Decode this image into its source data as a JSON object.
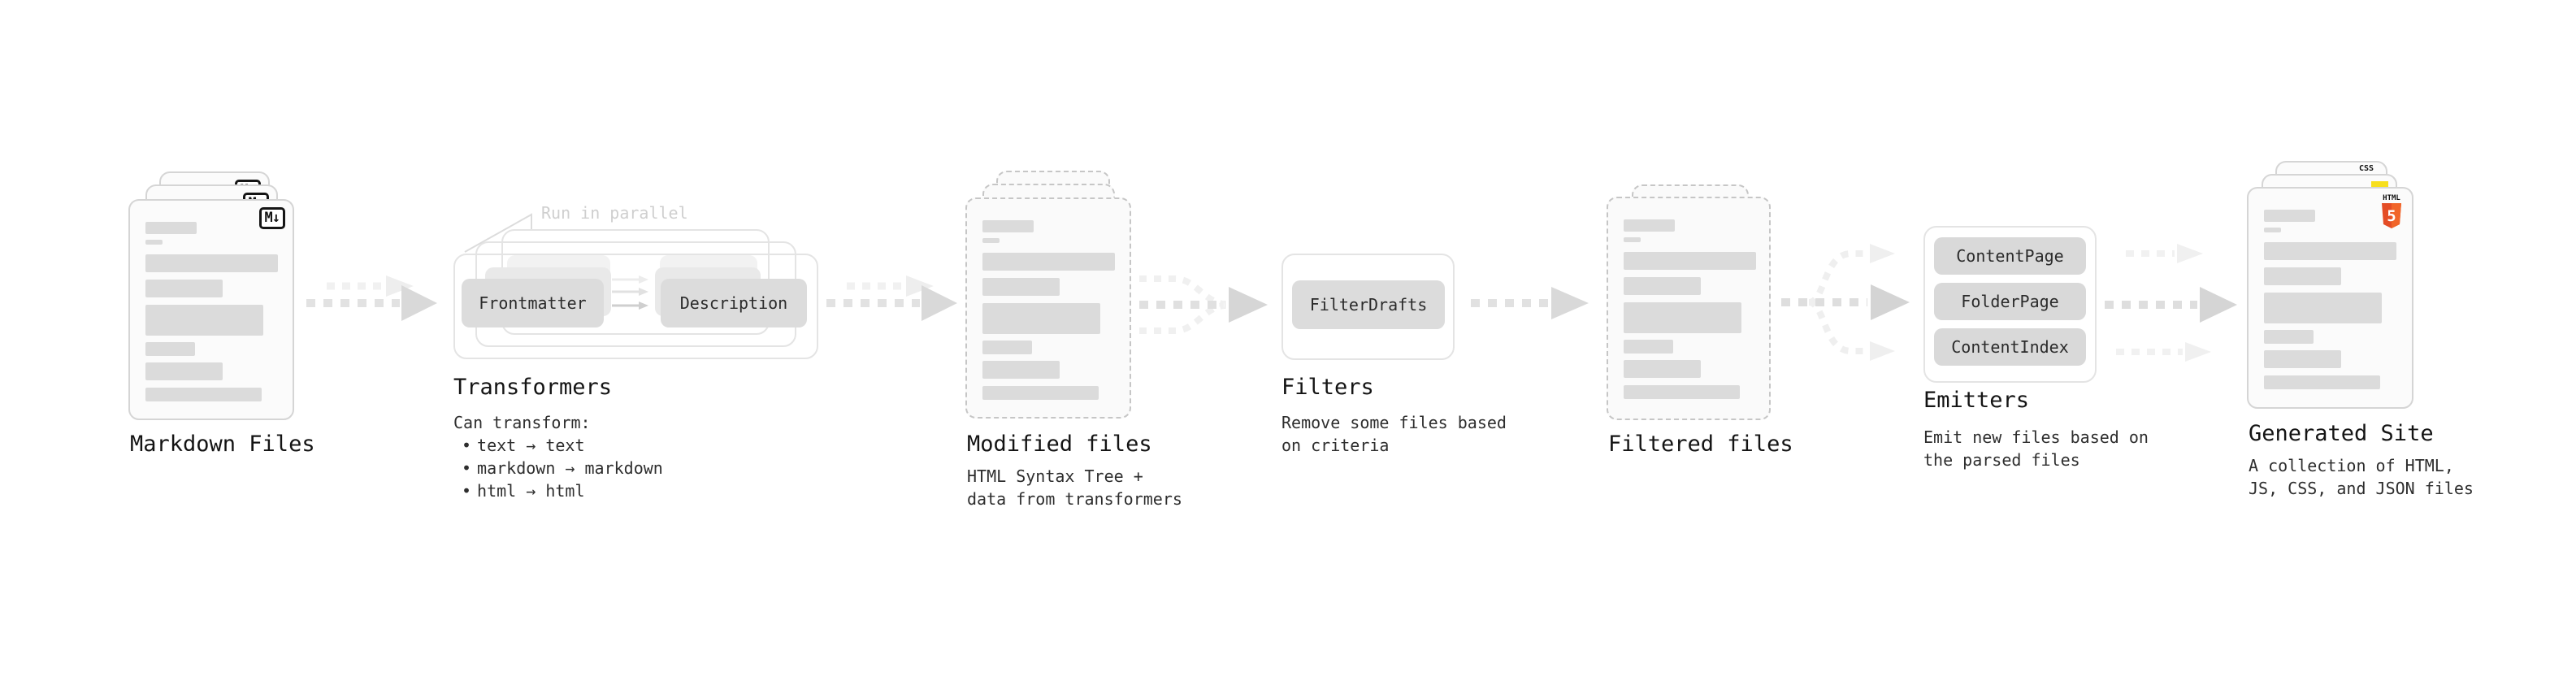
{
  "diagram": {
    "stages": {
      "markdown": {
        "title": "Markdown Files"
      },
      "transformers": {
        "title": "Transformers",
        "annotation": "Run in parallel",
        "chip_input": "Frontmatter",
        "chip_output": "Description",
        "body_heading": "Can transform:",
        "bullet_marker": "•",
        "bullets": [
          "text → text",
          "markdown → markdown",
          "html → html"
        ]
      },
      "modified": {
        "title": "Modified files",
        "subtitle": [
          "HTML Syntax Tree +",
          "data from transformers"
        ]
      },
      "filters": {
        "title": "Filters",
        "chip": "FilterDrafts",
        "subtitle": [
          "Remove some files based",
          "on criteria"
        ]
      },
      "filtered": {
        "title": "Filtered files"
      },
      "emitters": {
        "title": "Emitters",
        "chips": [
          "ContentPage",
          "FolderPage",
          "ContentIndex"
        ],
        "subtitle": [
          "Emit new files based on",
          "the parsed files"
        ]
      },
      "generated": {
        "title": "Generated Site",
        "subtitle": [
          "A collection of HTML,",
          "JS, CSS, and JSON files"
        ]
      }
    },
    "icons": {
      "markdown_badge": "M↓",
      "css_badge": "CSS",
      "html5_text": "HTML",
      "html5_numeral": "5"
    },
    "colors": {
      "accent_js": "#f7df1e",
      "accent_css": "#2965f1",
      "accent_html": "#e44d26",
      "accent_html_light": "#f16529"
    }
  }
}
